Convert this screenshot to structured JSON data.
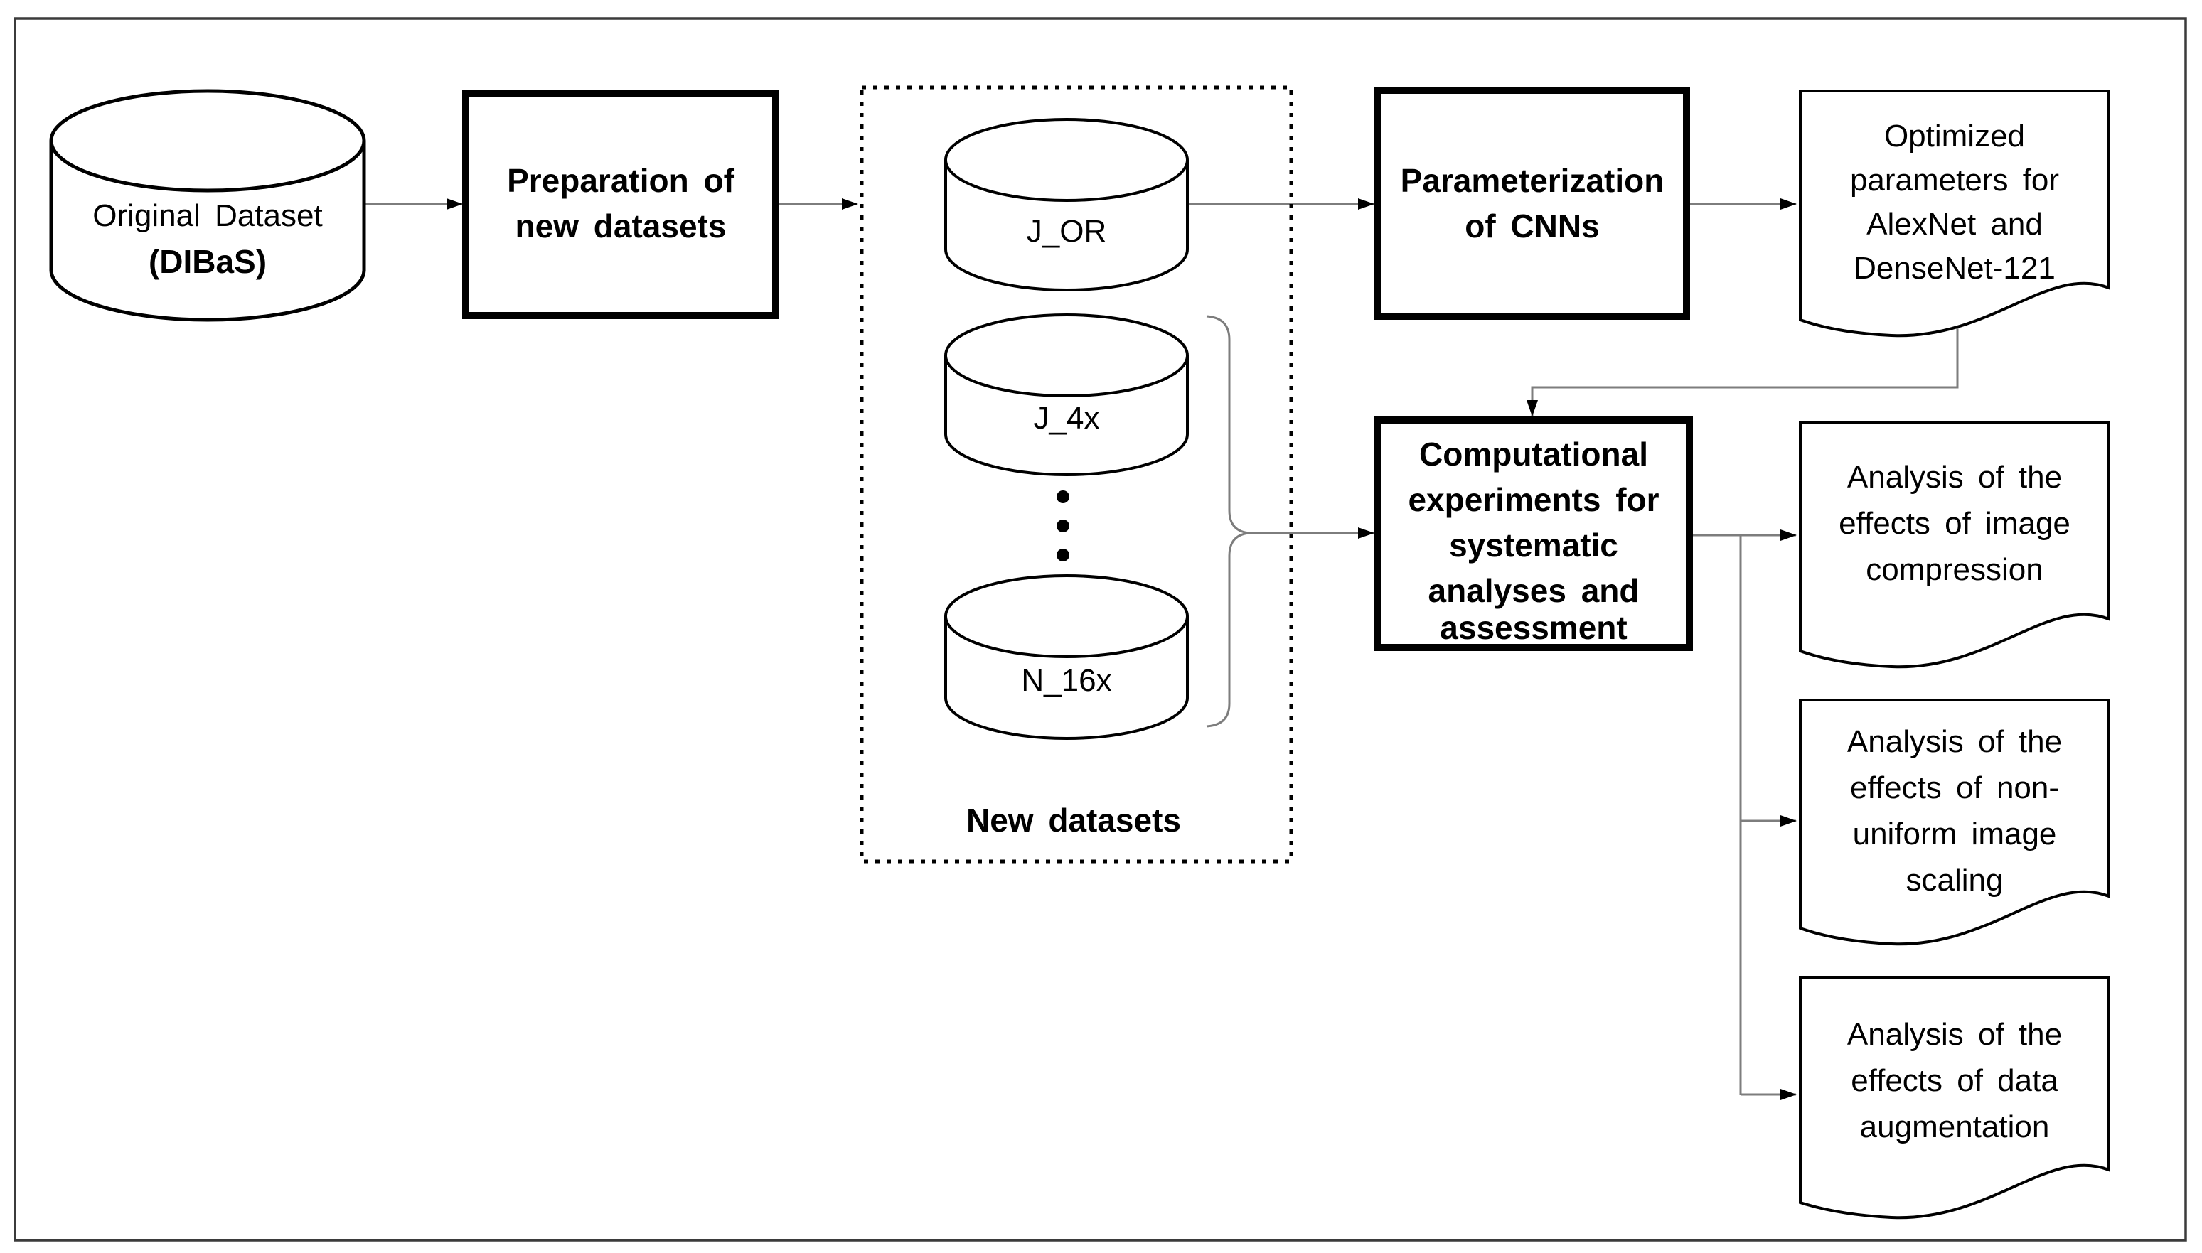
{
  "figure": {
    "type": "flowchart",
    "nodes": {
      "original_dataset": {
        "shape": "cylinder",
        "lines": [
          "Original Dataset",
          "(DIBaS)"
        ]
      },
      "preparation": {
        "shape": "process-box",
        "lines": [
          "Preparation of",
          "new datasets"
        ]
      },
      "new_datasets_group": {
        "shape": "dotted-container",
        "label": "New datasets"
      },
      "dataset_j_or": {
        "shape": "cylinder",
        "label": "J_OR"
      },
      "dataset_j_4x": {
        "shape": "cylinder",
        "label": "J_4x"
      },
      "dataset_n_16x": {
        "shape": "cylinder",
        "label": "N_16x"
      },
      "parameterization": {
        "shape": "process-box",
        "lines": [
          "Parameterization",
          "of CNNs"
        ]
      },
      "optimized_parameters": {
        "shape": "document",
        "lines": [
          "Optimized",
          "parameters for",
          "AlexNet and",
          "DenseNet-121"
        ]
      },
      "computational_experiments": {
        "shape": "process-box",
        "lines": [
          "Computational",
          "experiments for",
          "systematic",
          "analyses and",
          "assessment"
        ]
      },
      "analysis_compression": {
        "shape": "document",
        "lines": [
          "Analysis of the",
          "effects of image",
          "compression"
        ]
      },
      "analysis_scaling": {
        "shape": "document",
        "lines": [
          "Analysis of the",
          "effects of non-",
          "uniform image",
          "scaling"
        ]
      },
      "analysis_augmentation": {
        "shape": "document",
        "lines": [
          "Analysis of the",
          "effects of data",
          "augmentation"
        ]
      }
    },
    "colors": {
      "connector": "#7d7d7d",
      "shape_stroke": "#000000",
      "frame": "#3b3b3b",
      "background": "#ffffff"
    }
  }
}
